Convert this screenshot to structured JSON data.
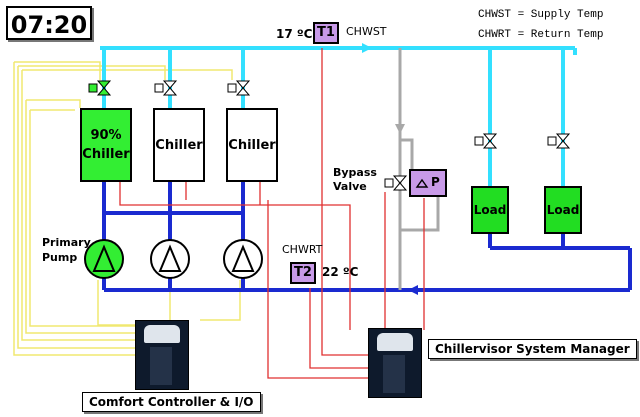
{
  "clock": "07:20",
  "legend": {
    "line1": "CHWST = Supply Temp",
    "line2": "CHWRT = Return Temp"
  },
  "sensors": {
    "t1": {
      "tag": "T1",
      "temp": "17 ºC",
      "label": "CHWST"
    },
    "t2": {
      "tag": "T2",
      "temp": "22 ºC",
      "label": "CHWRT"
    }
  },
  "chillers": [
    {
      "load": "90%",
      "label": "Chiller",
      "status": "running",
      "color": "#33ee33"
    },
    {
      "load": "",
      "label": "Chiller",
      "status": "off",
      "color": "#ffffff"
    },
    {
      "load": "",
      "label": "Chiller",
      "status": "off",
      "color": "#ffffff"
    }
  ],
  "loads": [
    {
      "label": "Load"
    },
    {
      "label": "Load"
    }
  ],
  "primary_pump_label": {
    "line1": "Primary",
    "line2": "Pump"
  },
  "bypass_valve_label": {
    "line1": "Bypass",
    "line2": "Valve"
  },
  "dp_sensor": "P",
  "controllers": {
    "comfort": "Comfort Controller & I/O",
    "chillervisor": "Chillervisor System Manager"
  },
  "colors": {
    "supply_pipe": "#33e0ff",
    "return_pipe": "#1a2ad0",
    "bypass_pipe": "#a8a8a8",
    "signal_red": "#e03030",
    "signal_yellow": "#f0e870",
    "active_green": "#33ee33",
    "sensor_purple": "#c89ae8"
  }
}
